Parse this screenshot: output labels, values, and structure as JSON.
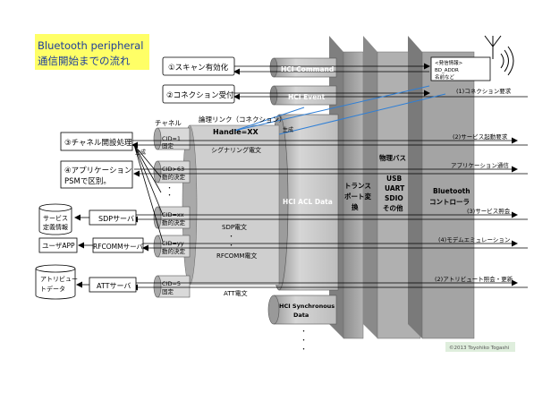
{
  "title": {
    "line1": "Bluetooth peripheral",
    "line2": "通信開始までの流れ"
  },
  "steps": {
    "scan": "①スキャン有効化",
    "connect": "②コネクション受付",
    "channel": "③チャネル開設処理",
    "app_line1": "④アプリケーション",
    "app_line2": "PSMで区別。"
  },
  "stores": {
    "service_db_line1": "サービス",
    "service_db_line2": "定義情報",
    "user_app": "ユーザAPP",
    "attr_db_line1": "アトリビュー",
    "attr_db_line2": "トデータ"
  },
  "servers": {
    "sdp": "SDPサーバ",
    "rfcomm": "RFCOMMサーバ",
    "att": "ATTサーバ"
  },
  "channel_header": "チャネル",
  "channels": {
    "cid1_line1": "CID=1",
    "cid1_line2": "固定",
    "cid63_line1": "CID>63",
    "cid63_line2": "動的決定",
    "cidxx_line1": "CID=xx",
    "cidxx_line2": "動的決定",
    "cidyy_line1": "CID=yy",
    "cidyy_line2": "動的決定",
    "cid5_line1": "CID=5",
    "cid5_line2": "固定"
  },
  "link": {
    "title": "論理リンク（コネクション）",
    "handle": "Handle=XX",
    "signaling": "シグナリング電文",
    "sdp_msg": "SDP電文",
    "rfcomm_msg": "RFCOMM電文",
    "att_msg": "ATT電文",
    "dots": "・",
    "gen1": "生成",
    "gen2": "生成"
  },
  "hci": {
    "command": "HCI Command",
    "event": "HCI Event",
    "acl": "HCI ACL Data",
    "sync_line1": "HCI Synchronous",
    "sync_line2": "Data"
  },
  "transport": {
    "line1": "トランス",
    "line2": "ポート変",
    "line3": "換"
  },
  "physical": {
    "title": "物理バス",
    "usb": "USB",
    "uart": "UART",
    "sdio": "SDIO",
    "other": "その他"
  },
  "controller": {
    "line1": "Bluetooth",
    "line2": "コントローラ"
  },
  "adv_box": {
    "line1": "<発信情報>",
    "line2": "BD_ADDR",
    "line3": "名前など"
  },
  "right_labels": {
    "conn_request": "(1)コネクション要求",
    "service_start": "(2)サービス起動要求",
    "app_comm": "アプリケーション通信",
    "service_query": "(3)サービス照会",
    "modem_emu": "(4)モデムエミュレーション",
    "attr_query": "(2)アトリビュート照会・更新"
  },
  "copyright": "©2013 Toyohiko Togashi",
  "colors": {
    "title_bg": "#ffff66",
    "column_gray": "#a8a8a8",
    "pipe_gray": "#c8c8c8",
    "blue_line": "#2f7fd6",
    "title_text": "#1f3f99"
  }
}
